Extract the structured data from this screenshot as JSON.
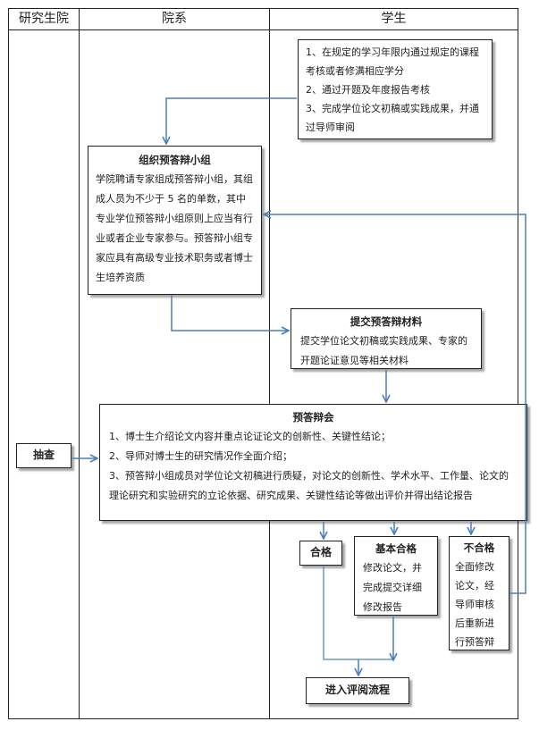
{
  "lanes": {
    "col1": "研究生院",
    "col2": "院系",
    "col3": "学生"
  },
  "student_requirements": [
    "1、在规定的学习年限内通过规定的课程考核或者修满相应学分",
    "2、通过开题及年度报告考核",
    "3、完成学位论文初稿或实践成果，并通过导师审阅"
  ],
  "panel_box": {
    "title": "组织预答辩小组",
    "body": "学院聘请专家组成预答辩小组，其组成人员为不少于 5 名的单数，其中专业学位预答辩小组原则上应当有行业或者企业专家参与。预答辩小组专家应具有高级专业技术职务或者博士生培养资质"
  },
  "submit_box": {
    "title": "提交预答辩材料",
    "body": "提交学位论文初稿或实践成果、专家的开题论证意见等相关材料"
  },
  "defense_box": {
    "title": "预答辩会",
    "items": [
      "1、博士生介绍论文内容并重点论证论文的创新性、关键性结论；",
      "2、导师对博士生的研究情况作全面介绍；",
      "3、预答辩小组成员对学位论文初稿进行质疑，对论文的创新性、学术水平、工作量、论文的理论研究和实验研究的立论依据、研究成果、关键性结论等做出评价并得出结论报告"
    ]
  },
  "spot_check": "抽查",
  "outcomes": {
    "pass": {
      "title": "合格"
    },
    "basic_pass": {
      "title": "基本合格",
      "body": "修改论文，并完成提交详细修改报告"
    },
    "fail": {
      "title": "不合格",
      "body": "全面修改论文，经导师审核后重新进行预答辩"
    }
  },
  "final_step": "进入评阅流程",
  "colors": {
    "arrow": "#4a7ebb",
    "border": "#222222",
    "line": "#222222"
  }
}
